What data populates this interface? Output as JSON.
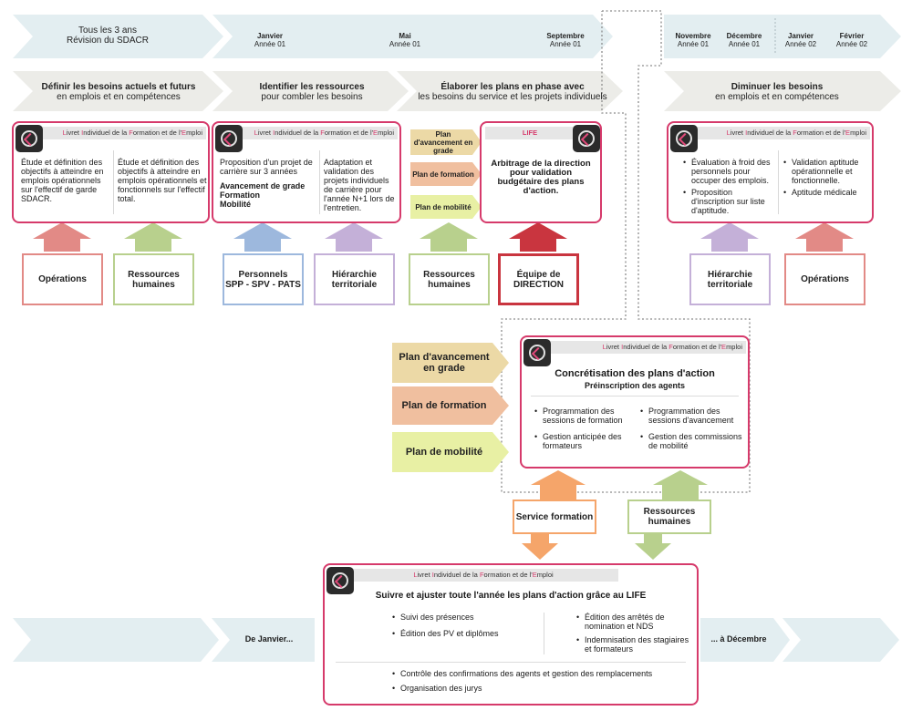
{
  "timeline": {
    "cycle": "Tous les 3 ans",
    "cycle_sub": "Révision du SDACR",
    "m1": "Janvier",
    "m1y": "Année 01",
    "m2": "Mai",
    "m2y": "Année 01",
    "m3": "Septembre",
    "m3y": "Année 01",
    "m4": "Novembre",
    "m4y": "Année 01",
    "m5": "Décembre",
    "m5y": "Année 01",
    "m6": "Janvier",
    "m6y": "Année 02",
    "m7": "Février",
    "m7y": "Année 02"
  },
  "phases": {
    "p1_title": "Définir les besoins actuels et futurs",
    "p1_sub": "en emplois et en compétences",
    "p2_title": "Identifier les ressources",
    "p2_sub": "pour combler les besoins",
    "p3_title": "Élaborer les plans en phase avec",
    "p3_sub": "les besoins du service et les projets individuels",
    "p4_title": "Diminuer les besoins",
    "p4_sub": "en emplois et en compétences"
  },
  "life_header": "Livret Individuel de la Formation et de l'Emploi",
  "card1": {
    "left": "Étude et définition des objectifs à atteindre en emplois opérationnels sur l'effectif de garde SDACR.",
    "right": "Étude et définition des objectifs à atteindre en emplois opérationnels et fonctionnels sur l'effectif total."
  },
  "card2": {
    "left_a": "Proposition d'un projet de carrière sur 3 années",
    "left_b1": "Avancement de grade",
    "left_b2": "Formation",
    "left_b3": "Mobilité",
    "right": "Adaptation et validation des projets individuels de carrière pour l'année N+1 lors de l'entretien."
  },
  "plan_tags_small": {
    "t1": "Plan d'avancement en grade",
    "t2": "Plan de formation",
    "t3": "Plan de mobilité"
  },
  "card3": {
    "head": "LIFE",
    "body": "Arbitrage de la direction pour validation budgétaire des plans d'action."
  },
  "card4": {
    "l1": "Évaluation à froid des personnels pour occuper des emplois.",
    "l2": "Proposition d'inscription sur liste d'aptitude.",
    "r1": "Validation aptitude opérationnelle et fonctionnelle.",
    "r2": "Aptitude médicale"
  },
  "actors": {
    "a1": "Opérations",
    "a2": "Ressources humaines",
    "a3a": "Personnels",
    "a3b": "SPP - SPV - PATS",
    "a4": "Hiérarchie territoriale",
    "a5": "Ressources humaines",
    "a6a": "Équipe de",
    "a6b": "DIRECTION",
    "a7": "Hiérarchie territoriale",
    "a8": "Opérations"
  },
  "plan_tags_big": {
    "t1": "Plan d'avancement en grade",
    "t2": "Plan de formation",
    "t3": "Plan de mobilité"
  },
  "card5": {
    "title": "Concrétisation des plans d'action",
    "subtitle": "Préinscription des agents",
    "l1": "Programmation des sessions de formation",
    "l2": "Gestion anticipée des formateurs",
    "r1": "Programmation des sessions d'avancement",
    "r2": "Gestion des commissions de mobilité"
  },
  "mid_actors": {
    "service": "Service formation",
    "rh": "Ressources humaines"
  },
  "card6": {
    "title": "Suivre et ajuster toute l'année les plans d'action grâce au LIFE",
    "l1": "Suivi des présences",
    "l2": "Édition des PV et diplômes",
    "r1": "Édition des arrêtés de nomination et NDS",
    "r2": "Indemnisation des stagiaires et formateurs",
    "b1": "Contrôle des confirmations des agents et gestion des remplacements",
    "b2": "Organisation des jurys"
  },
  "bottom_timeline": {
    "start": "De Janvier...",
    "end": "... à Décembre"
  },
  "colors": {
    "card_border": "#d63a6b",
    "timeline_fill": "#e3eef1",
    "phase_fill": "#ecece8",
    "operations": "#e28a86",
    "rh": "#b8d08d",
    "personnels": "#9db8dd",
    "hierarchie": "#c4b0d8",
    "direction": "#c9353f",
    "avancement": "#ecd9a6",
    "formation": "#f0bf9f",
    "mobilite": "#e8f0a4",
    "service_formation": "#f5a56a"
  }
}
